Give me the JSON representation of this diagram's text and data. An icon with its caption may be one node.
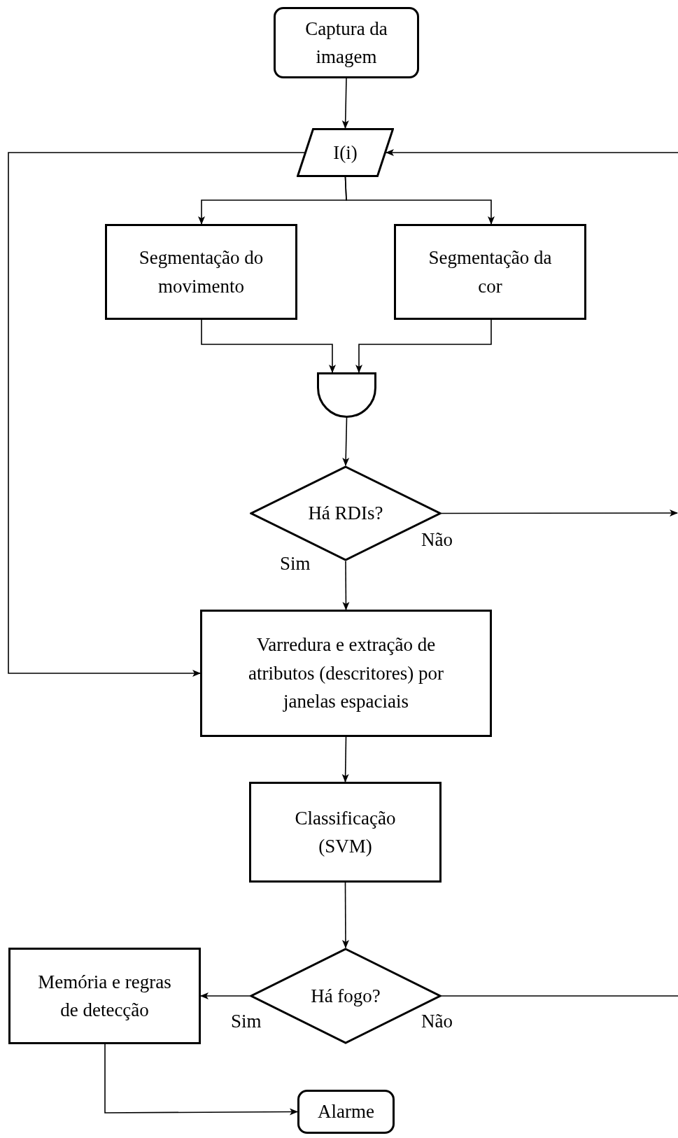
{
  "diagram": {
    "nodes": [
      {
        "text": [
          "Captura da imagem"
        ]
      },
      {
        "text": [
          "I(i)"
        ]
      },
      {
        "text": [
          "Segmentação do movimento"
        ]
      },
      {
        "text": [
          "Segmentação da cor"
        ]
      },
      {
        "text": [],
        "shape": "gate"
      },
      {
        "text": [
          "Há RDIs?"
        ]
      },
      {
        "text": [
          "Varredura e extração de atributos (descritores) por janelas espaciais"
        ]
      },
      {
        "text": [
          "Classificação (SVM)"
        ]
      },
      {
        "text": [
          "Há fogo?"
        ]
      },
      {
        "text": [
          "Memória e regras de detecção"
        ]
      },
      {
        "text": [
          "Alarme"
        ]
      }
    ],
    "edges": [
      {
        "from": 0,
        "to": 1,
        "arrow": "to"
      },
      {
        "from": 1,
        "to": 2,
        "arrow": "to"
      },
      {
        "from": 1,
        "to": 3,
        "arrow": "to"
      },
      {
        "from": 2,
        "to": 4,
        "arrow": "to"
      },
      {
        "from": 3,
        "to": 4,
        "arrow": "to"
      },
      {
        "from": 4,
        "to": 5,
        "arrow": "to"
      },
      {
        "from": 5,
        "to": 6,
        "arrow": "to",
        "label": "Sim"
      },
      {
        "from": 5,
        "to": null,
        "arrow": "to",
        "label": "Não"
      },
      {
        "from": 1,
        "to": 6,
        "arrow": "to"
      },
      {
        "from": null,
        "to": 1,
        "arrow": "to"
      },
      {
        "from": 6,
        "to": 7,
        "arrow": "to"
      },
      {
        "from": 7,
        "to": 8,
        "arrow": "to"
      },
      {
        "from": 8,
        "to": 9,
        "arrow": "to",
        "label": "Sim"
      },
      {
        "from": 8,
        "to": null,
        "arrow": "none",
        "label": "Não"
      },
      {
        "from": 9,
        "to": 10,
        "arrow": "to"
      }
    ]
  }
}
